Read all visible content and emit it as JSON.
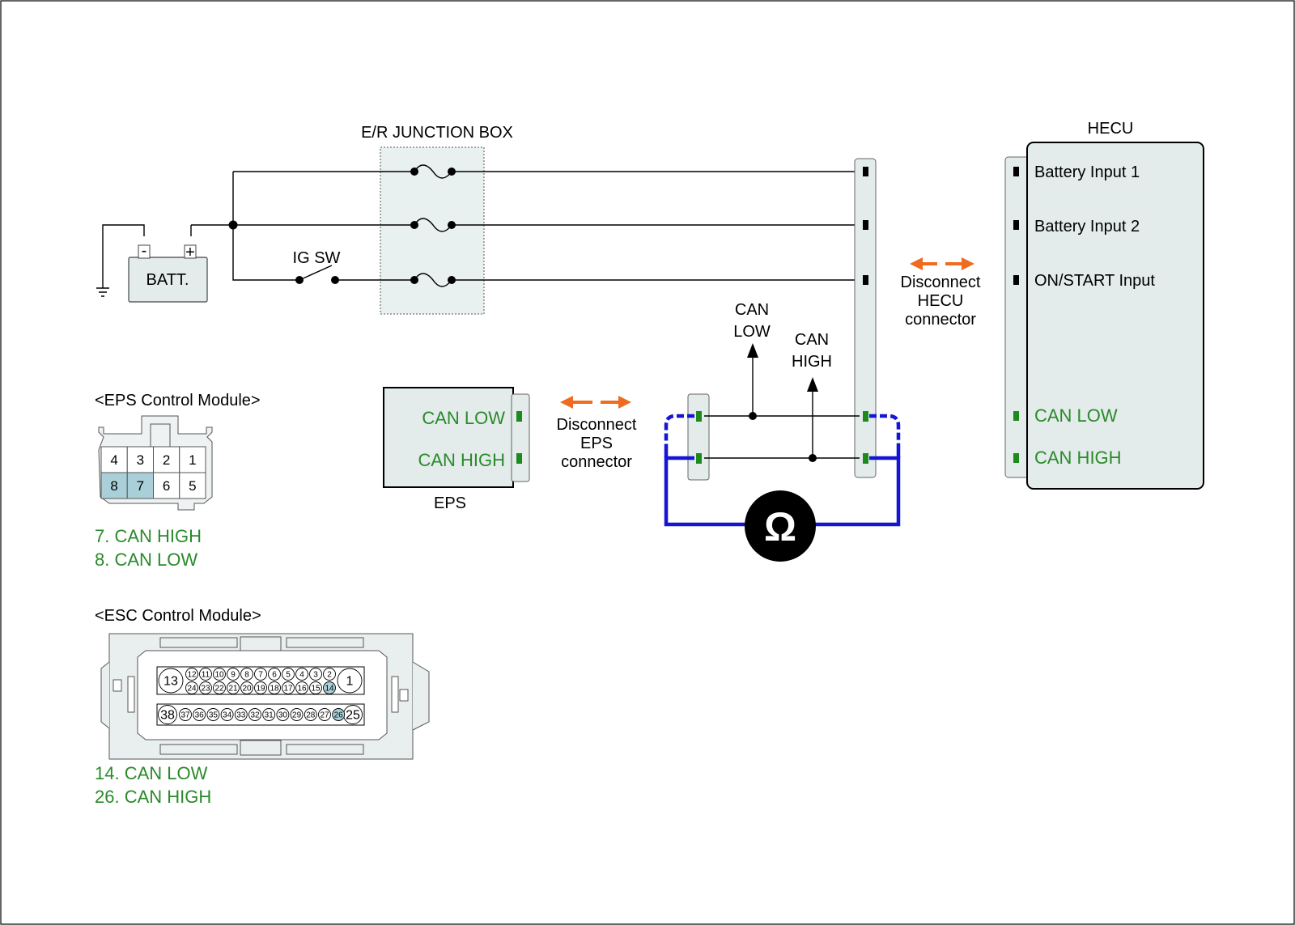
{
  "colors": {
    "can_text": "#2a8a2a",
    "meter_lead": "#1515d6",
    "arrow": "#ee6b1f",
    "connector_fill": "#e3ebeb",
    "highlight_pin": "#a9d0d8",
    "pin_green": "#1e8a1e"
  },
  "junction_box": {
    "label": "E/R JUNCTION BOX"
  },
  "battery": {
    "label": "BATT.",
    "neg": "-",
    "pos": "+"
  },
  "ig_switch": {
    "label": "IG SW"
  },
  "hecu": {
    "title": "HECU",
    "pins": {
      "battery_input_1": "Battery Input 1",
      "battery_input_2": "Battery Input 2",
      "on_start_input": "ON/START Input",
      "can_low": "CAN LOW",
      "can_high": "CAN HIGH"
    },
    "disconnect": {
      "line1": "Disconnect",
      "line2": "HECU",
      "line3": "connector"
    }
  },
  "eps": {
    "label": "EPS",
    "can_low": "CAN LOW",
    "can_high": "CAN HIGH",
    "disconnect": {
      "line1": "Disconnect",
      "line2": "EPS",
      "line3": "connector"
    }
  },
  "probes": {
    "can_low_line1": "CAN",
    "can_low_line2": "LOW",
    "can_high_line1": "CAN",
    "can_high_line2": "HIGH"
  },
  "ohmmeter": {
    "symbol": "Ω",
    "icon": "ohmmeter-icon"
  },
  "eps_module": {
    "title": "<EPS Control Module>",
    "pins_top": [
      "4",
      "3",
      "2",
      "1"
    ],
    "pins_bottom": [
      "8",
      "7",
      "6",
      "5"
    ],
    "highlighted": [
      "8",
      "7"
    ],
    "legend": [
      "7. CAN HIGH",
      "8. CAN LOW"
    ]
  },
  "esc_module": {
    "title": "<ESC Control Module>",
    "pin_big_left_top": "13",
    "pin_big_right_top": "1",
    "row1_upper": [
      "12",
      "11",
      "10",
      "9",
      "8",
      "7",
      "6",
      "5",
      "4",
      "3",
      "2"
    ],
    "row1_lower": [
      "24",
      "23",
      "22",
      "21",
      "20",
      "19",
      "18",
      "17",
      "16",
      "15",
      "14"
    ],
    "pin_big_left_bottom": "38",
    "pin_big_right_bottom": "25",
    "row2": [
      "37",
      "36",
      "35",
      "34",
      "33",
      "32",
      "31",
      "30",
      "29",
      "28",
      "27",
      "26"
    ],
    "highlighted": [
      "14",
      "26"
    ],
    "legend": [
      "14. CAN LOW",
      "26. CAN HIGH"
    ]
  }
}
